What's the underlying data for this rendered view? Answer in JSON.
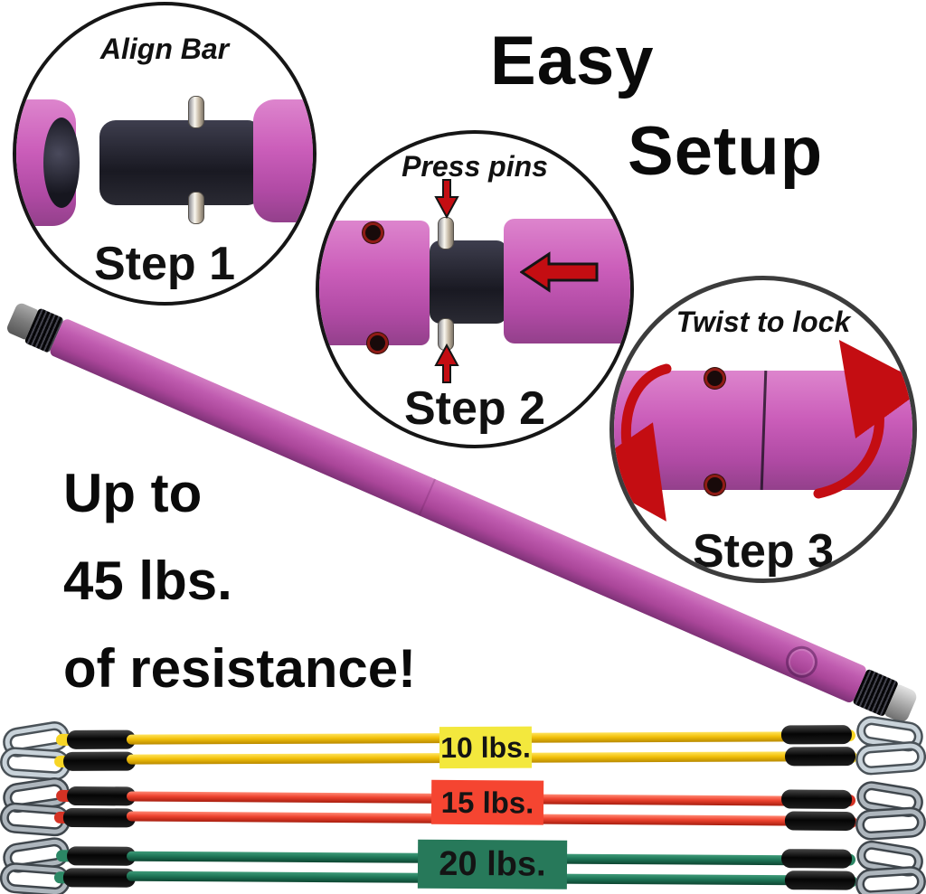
{
  "headline": {
    "line1": "Easy",
    "line2": "Setup"
  },
  "claim": {
    "line1": "Up to",
    "line2": "45 lbs.",
    "line3": "of resistance!"
  },
  "steps": [
    {
      "caption": "Align Bar",
      "label": "Step 1"
    },
    {
      "caption": "Press pins",
      "label": "Step 2"
    },
    {
      "caption": "Twist to lock",
      "label": "Step 3"
    }
  ],
  "bar": {
    "foam_color": "#b4509f",
    "grip_color": "#1a1a1e",
    "end_cap_color": "#9a9a9a"
  },
  "arrow_color": "#c40d12",
  "bands": [
    {
      "label": "10 lbs.",
      "band_color": "yellow",
      "cord": "#f3c10b",
      "cord_hi": "#ffe45e",
      "cord_lo": "#b98a00",
      "tip": "#f7d525",
      "label_bg": "#f3e83d",
      "clip": "#c9d3da",
      "clip_dark": "#4a5258"
    },
    {
      "label": "15 lbs.",
      "band_color": "red",
      "cord": "#ef4430",
      "cord_hi": "#ff8a75",
      "cord_lo": "#a81f10",
      "tip": "#d43224",
      "label_bg": "#f54531",
      "clip": "#aeb6bd",
      "clip_dark": "#3f464c"
    },
    {
      "label": "20 lbs.",
      "band_color": "green",
      "cord": "#1f7758",
      "cord_hi": "#3f9b79",
      "cord_lo": "#0d4531",
      "tip": "#2b8765",
      "label_bg": "#27795a",
      "clip": "#aeb6bd",
      "clip_dark": "#3f464c"
    }
  ]
}
